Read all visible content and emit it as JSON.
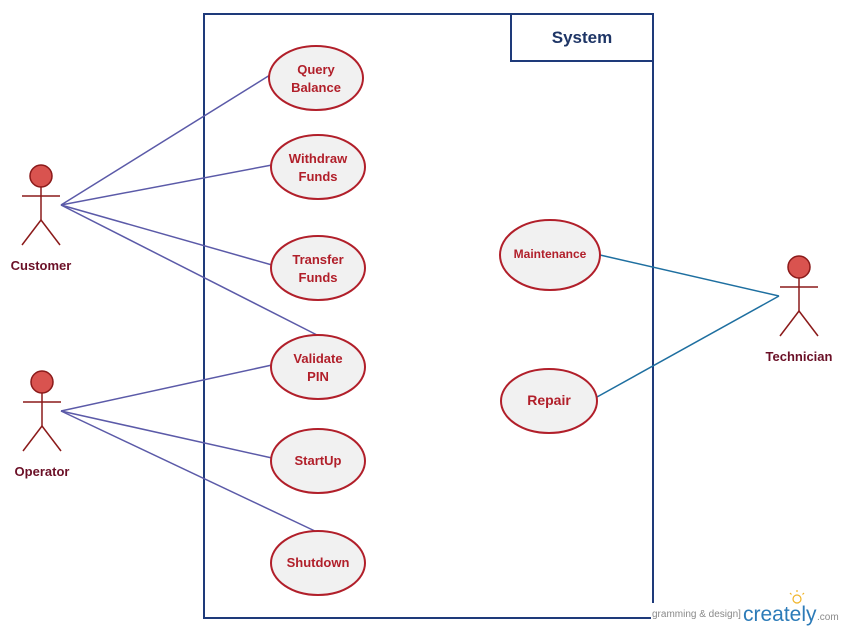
{
  "system": {
    "label": "System"
  },
  "actors": {
    "customer": "Customer",
    "operator": "Operator",
    "technician": "Technician"
  },
  "use_cases": {
    "query_balance": [
      "Query",
      "Balance"
    ],
    "withdraw_funds": [
      "Withdraw",
      "Funds"
    ],
    "transfer_funds": [
      "Transfer",
      "Funds"
    ],
    "validate_pin": [
      "Validate",
      "PIN"
    ],
    "startup": [
      "StartUp"
    ],
    "shutdown": [
      "Shutdown"
    ],
    "maintenance": [
      "Maintenance"
    ],
    "repair": [
      "Repair"
    ]
  },
  "watermark": {
    "text": "gramming & design]",
    "logo": "creately",
    "suffix": ".com"
  },
  "colors": {
    "system_border": "#1e3a7a",
    "usecase_stroke": "#b11f2a",
    "usecase_fill": "#f1f1f1",
    "actor_fill": "#d9534f",
    "actor_stroke": "#8b1a1a",
    "assoc_left": "#5b5aa8",
    "assoc_right": "#1e6fa0"
  }
}
